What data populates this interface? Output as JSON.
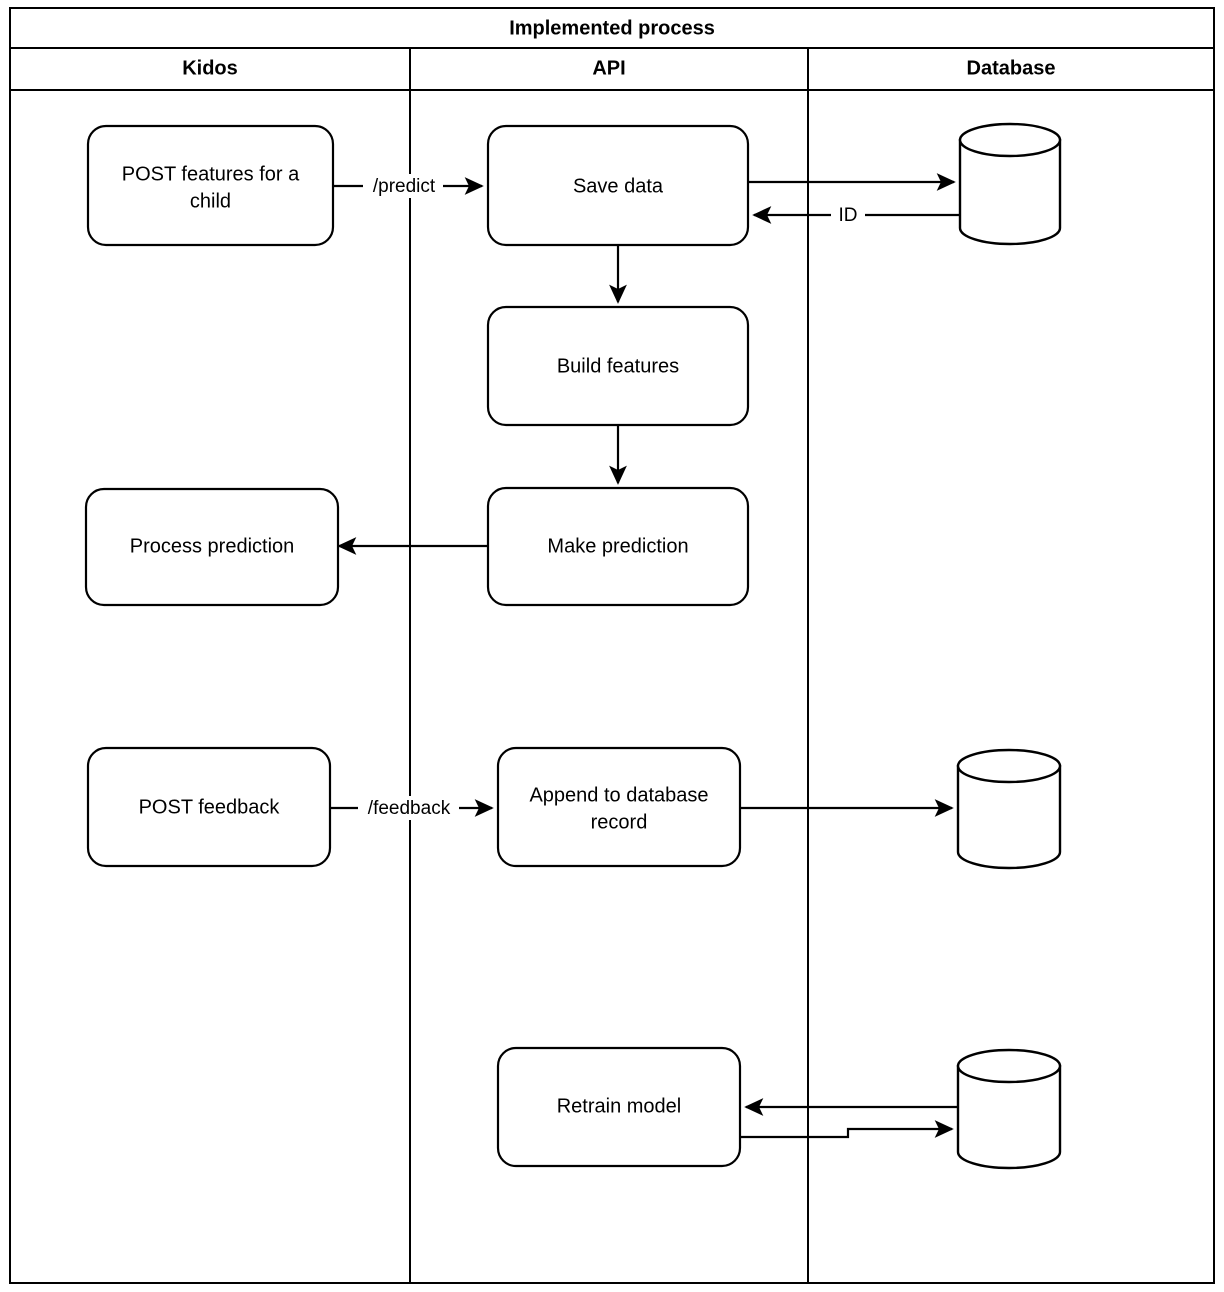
{
  "diagram": {
    "pool_title": "Implemented process",
    "lanes": [
      {
        "id": "kidos",
        "label": "Kidos"
      },
      {
        "id": "api",
        "label": "API"
      },
      {
        "id": "database",
        "label": "Database"
      }
    ],
    "nodes": [
      {
        "id": "post-features",
        "lane": "kidos",
        "type": "process",
        "label_line1": "POST features for a",
        "label_line2": "child"
      },
      {
        "id": "save-data",
        "lane": "api",
        "type": "process",
        "label_line1": "Save data",
        "label_line2": ""
      },
      {
        "id": "build-features",
        "lane": "api",
        "type": "process",
        "label_line1": "Build features",
        "label_line2": ""
      },
      {
        "id": "make-prediction",
        "lane": "api",
        "type": "process",
        "label_line1": "Make prediction",
        "label_line2": ""
      },
      {
        "id": "process-prediction",
        "lane": "kidos",
        "type": "process",
        "label_line1": "Process prediction",
        "label_line2": ""
      },
      {
        "id": "post-feedback",
        "lane": "kidos",
        "type": "process",
        "label_line1": "POST feedback",
        "label_line2": ""
      },
      {
        "id": "append-record",
        "lane": "api",
        "type": "process",
        "label_line1": "Append to database",
        "label_line2": "record"
      },
      {
        "id": "retrain-model",
        "lane": "api",
        "type": "process",
        "label_line1": "Retrain model",
        "label_line2": ""
      },
      {
        "id": "database-store-1",
        "lane": "database",
        "type": "datastore",
        "label_line1": "",
        "label_line2": ""
      },
      {
        "id": "database-store-2",
        "lane": "database",
        "type": "datastore",
        "label_line1": "",
        "label_line2": ""
      },
      {
        "id": "database-store-3",
        "lane": "database",
        "type": "datastore",
        "label_line1": "",
        "label_line2": ""
      }
    ],
    "edges": [
      {
        "id": "predict",
        "from": "post-features",
        "to": "save-data",
        "label": "/predict"
      },
      {
        "id": "save-to-db",
        "from": "save-data",
        "to": "database-store-1",
        "label": ""
      },
      {
        "id": "db-returns-id",
        "from": "database-store-1",
        "to": "save-data",
        "label": "ID"
      },
      {
        "id": "save-to-build",
        "from": "save-data",
        "to": "build-features",
        "label": ""
      },
      {
        "id": "build-to-make",
        "from": "build-features",
        "to": "make-prediction",
        "label": ""
      },
      {
        "id": "make-to-process",
        "from": "make-prediction",
        "to": "process-prediction",
        "label": ""
      },
      {
        "id": "feedback",
        "from": "post-feedback",
        "to": "append-record",
        "label": "/feedback"
      },
      {
        "id": "append-to-db",
        "from": "append-record",
        "to": "database-store-2",
        "label": ""
      },
      {
        "id": "db-to-retrain",
        "from": "database-store-3",
        "to": "retrain-model",
        "label": ""
      },
      {
        "id": "retrain-to-db",
        "from": "retrain-model",
        "to": "database-store-3",
        "label": ""
      }
    ],
    "colors": {
      "stroke": "#000000",
      "fill": "#ffffff",
      "text": "#000000"
    }
  }
}
